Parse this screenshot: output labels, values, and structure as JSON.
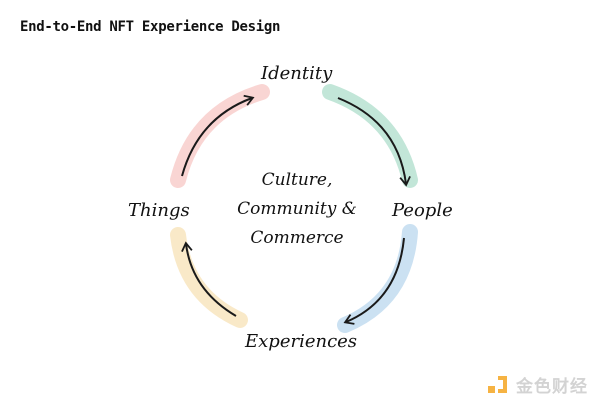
{
  "title": "End-to-End NFT Experience Design",
  "center": {
    "lines": [
      "Culture,",
      "Community &",
      "Commerce"
    ]
  },
  "nodes": {
    "top": "Identity",
    "right": "People",
    "bottom": "Experiences",
    "left": "Things"
  },
  "colors": {
    "identity_to_people": "#a8dcc8",
    "people_to_experiences": "#b5d4ec",
    "experiences_to_things": "#f6dfb0",
    "things_to_identity": "#f6c3c0",
    "arrow": "#1a1a1a",
    "watermark": "#f5a623"
  },
  "watermark": {
    "text": "金色财经"
  }
}
